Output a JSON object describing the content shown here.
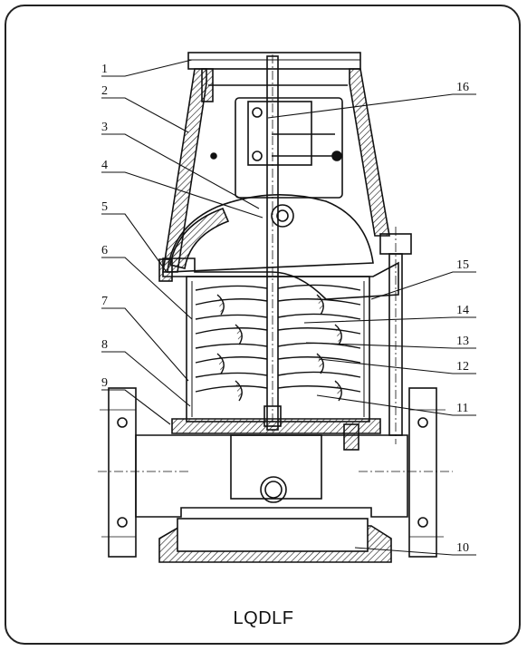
{
  "diagram": {
    "caption": "LQDLF",
    "callouts": {
      "c1": "1",
      "c2": "2",
      "c3": "3",
      "c4": "4",
      "c5": "5",
      "c6": "6",
      "c7": "7",
      "c8": "8",
      "c9": "9",
      "c10": "10",
      "c11": "11",
      "c12": "12",
      "c13": "13",
      "c14": "14",
      "c15": "15",
      "c16": "16"
    }
  }
}
